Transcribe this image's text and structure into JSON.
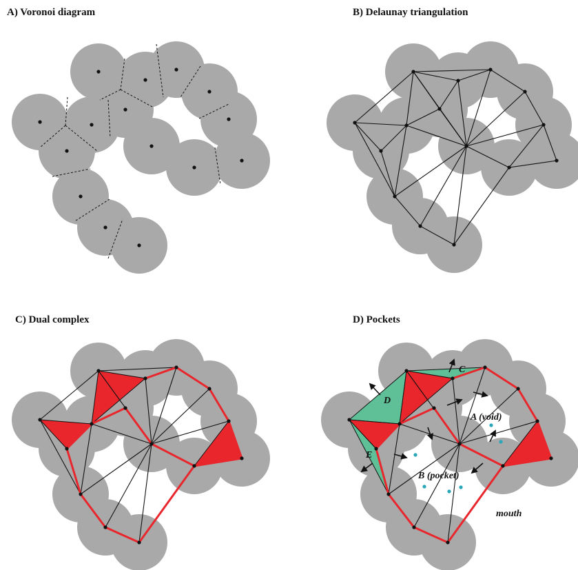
{
  "panels": {
    "a_title": "A) Voronoi diagram",
    "b_title": "B) Delaunay triangulation",
    "c_title": "C) Dual complex",
    "d_title": "D) Pockets"
  },
  "labels": {
    "c": "C",
    "d": "D",
    "void": "A (void)",
    "e": "E",
    "pocket": "B (pocket)",
    "mouth": "mouth"
  },
  "colors": {
    "disk": "#a9a9a9",
    "red": "#e8262c",
    "green": "#5fbf96",
    "cyan": "#2aa6b8"
  }
}
